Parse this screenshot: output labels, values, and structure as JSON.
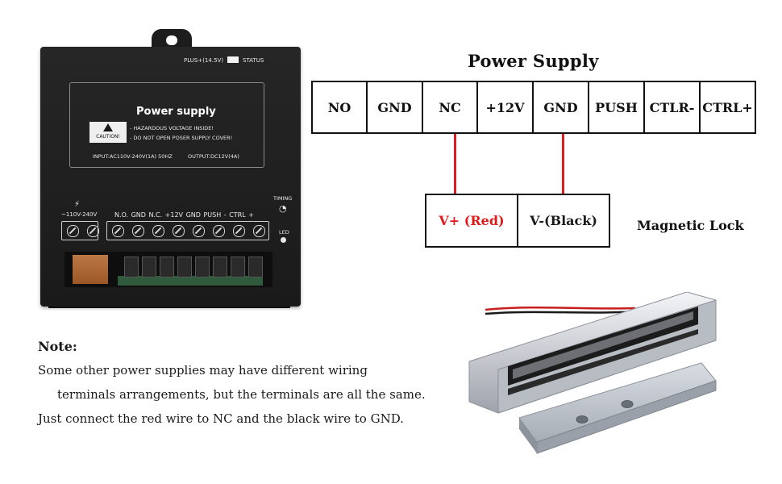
{
  "device": {
    "top_switch_left": "PLUS+(14.5V)",
    "top_switch_right": "STATUS",
    "title": "Power supply",
    "caution": "CAUTION!",
    "warning_1": "- HAZARDOUS VOLTAGE INSIDE!",
    "warning_2": "- DO NOT OPEN POSER SUPPLY COVER!",
    "input_spec": "INPUT:AC110V-240V(1A) 50HZ",
    "output_spec": "OUTPUT:DC12V(4A)",
    "input_voltage": "~110V-240V",
    "terminal_labels": "N.O.  GND  N.C.  +12V  GND  PUSH  - CTRL +",
    "timing": "TIMING",
    "led": "LED"
  },
  "diagram": {
    "title": "Power Supply",
    "terminals": [
      "NO",
      "GND",
      "NC",
      "+12V",
      "GND",
      "PUSH",
      "CTLR-",
      "CTRL+"
    ],
    "lock_terminals": [
      "V+ (Red)",
      "V-(Black)"
    ],
    "lock_label": "Magnetic Lock",
    "wire_color": "#e01b1b",
    "positive_text_color": "#e01b1b"
  },
  "note": {
    "heading": "Note:",
    "line_1": "Some other power supplies may have different wiring",
    "line_2": "terminals arrangements, but the terminals are all the same.",
    "line_3": "Just connect the red wire to NC and the black wire to GND."
  }
}
